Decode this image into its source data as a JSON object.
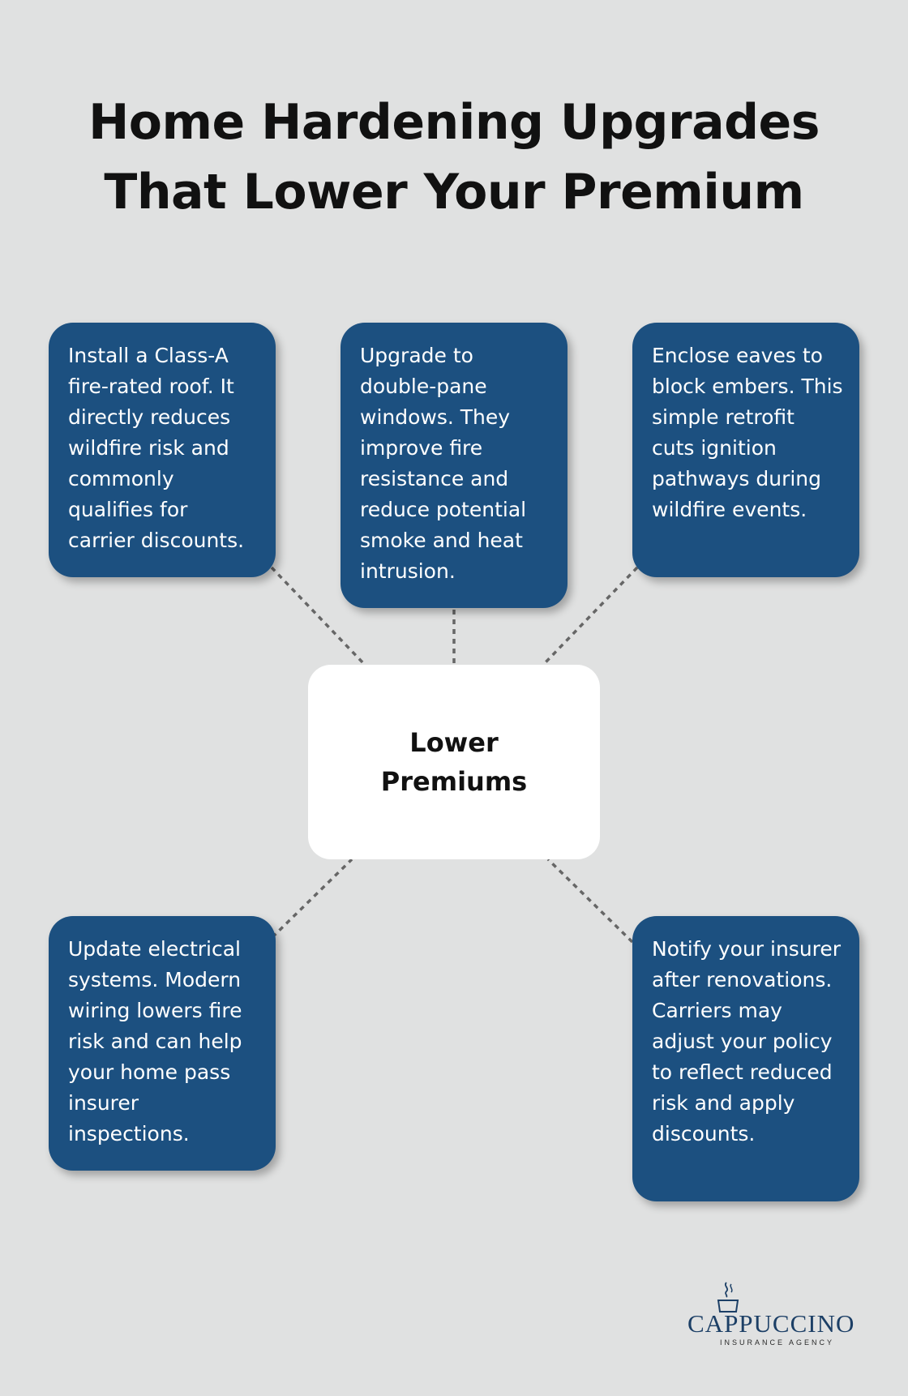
{
  "title": {
    "line1": "Home Hardening Upgrades",
    "line2": "That Lower Your Premium"
  },
  "center": {
    "label": "Lower Premiums"
  },
  "cards": [
    {
      "text": "Install a Class-A fire-rated roof. It directly reduces wildfire risk and commonly qualifies for carrier discounts."
    },
    {
      "text": "Upgrade to double-pane windows. They improve fire resistance and reduce potential smoke and heat intrusion."
    },
    {
      "text": "Enclose eaves to block embers. This simple retrofit cuts ignition pathways during wildfire events."
    },
    {
      "text": "Update electrical systems. Modern wiring lowers fire risk and can help your home pass insurer inspections."
    },
    {
      "text": "Notify your insurer after renovations. Carriers may adjust your policy to reflect reduced risk and apply discounts."
    }
  ],
  "logo": {
    "name": "CAPPUCCINO",
    "tagline": "INSURANCE AGENCY",
    "icon": "coffee-cup-icon"
  },
  "colors": {
    "background": "#e0e1e1",
    "card": "#1c5080",
    "center_box": "#ffffff",
    "connector": "#666666"
  }
}
